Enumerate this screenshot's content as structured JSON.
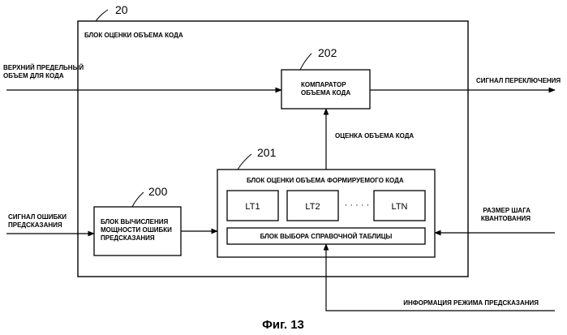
{
  "figure": {
    "caption": "Фиг. 13"
  },
  "unit": {
    "ref": "20",
    "title": "БЛОК ОЦЕНКИ ОБЪЕМА КОДА"
  },
  "comparator": {
    "ref": "202",
    "line1": "КОМПАРАТОР",
    "line2": "ОБЪЕМА КОДА"
  },
  "generated_estimator": {
    "ref": "201",
    "title": "БЛОК ОЦЕНКИ ОБЪЕМА ФОРМИРУЕМОГО КОДА",
    "tables": [
      "LT1",
      "LT2",
      "LTN"
    ],
    "ellipsis": "· · · · ·",
    "selector_label": "БЛОК ВЫБОРА СПРАВОЧНОЙ ТАБЛИЦЫ"
  },
  "error_power": {
    "ref": "200",
    "line1": "БЛОК ВЫЧИСЛЕНИЯ",
    "line2": "МОЩНОСТИ ОШИБКИ",
    "line3": "ПРЕДСКАЗАНИЯ"
  },
  "signals": {
    "upper_limit_l1": "ВЕРХНИЙ ПРЕДЕЛЬНЫЙ",
    "upper_limit_l2": "ОБЪЕМ ДЛЯ КОДА",
    "switch_signal": "СИГНАЛ ПЕРЕКЛЮЧЕНИЯ",
    "code_estimate": "ОЦЕНКА ОБЪЕМА КОДА",
    "pred_error_l1": "СИГНАЛ ОШИБКИ",
    "pred_error_l2": "ПРЕДСКАЗАНИЯ",
    "quant_step_l1": "РАЗМЕР ШАГА",
    "quant_step_l2": "КВАНТОВАНИЯ",
    "pred_mode": "ИНФОРМАЦИЯ РЕЖИМА ПРЕДСКАЗАНИЯ"
  }
}
